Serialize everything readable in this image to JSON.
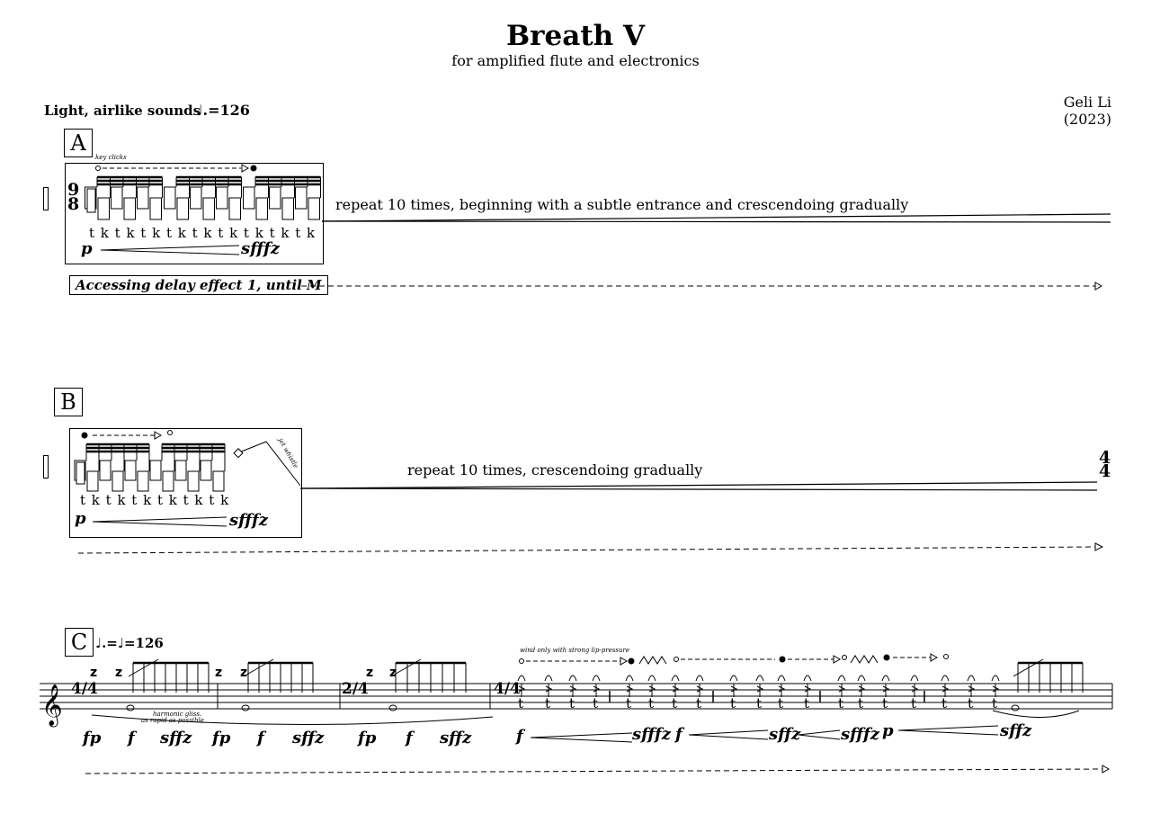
{
  "score": {
    "title": "Breath V",
    "subtitle": "for amplified flute and electronics",
    "composer": "Geli Li",
    "year": "(2023)",
    "tempo_text": "Light, airlike sounds",
    "tempo_mark": "♩.=126"
  },
  "section_a": {
    "label": "A",
    "time_signature_top": "9",
    "time_signature_bottom": "8",
    "technique": "key clicks",
    "syllables": "t k t k t k t k t k t k t k t k t k",
    "dyn_start": "p",
    "dyn_end": "sfffz",
    "instruction": "repeat 10 times, beginning with a subtle entrance and crescendoing gradually",
    "effect_label": "Accessing delay effect 1, until M"
  },
  "section_b": {
    "label": "B",
    "technique": "jet whistle",
    "syllables": "t k t k t k t k t k t k",
    "dyn_start": "p",
    "dyn_end": "sfffz",
    "instruction": "repeat 10 times, crescendoing gradually",
    "time_signature_top": "4",
    "time_signature_bottom": "4"
  },
  "section_c": {
    "label": "C",
    "tempo_equation": "♩.=♩=126",
    "time_sig_1": "4/4",
    "time_sig_2": "2/4",
    "time_sig_3": "4/4",
    "gloss_note": "harmonic gliss.",
    "gloss_note_2": "as rapid as possible",
    "wind_note": "wind only with strong lip-pressure",
    "dynamics_left": [
      "fp",
      "f",
      "sffz",
      "fp",
      "f",
      "sffz",
      "fp",
      "f",
      "sffz"
    ],
    "dynamics_right": [
      "f",
      "sfffz",
      "f",
      "sffz",
      "sfffz",
      "p",
      "sffz"
    ],
    "t_syllable": "t"
  }
}
